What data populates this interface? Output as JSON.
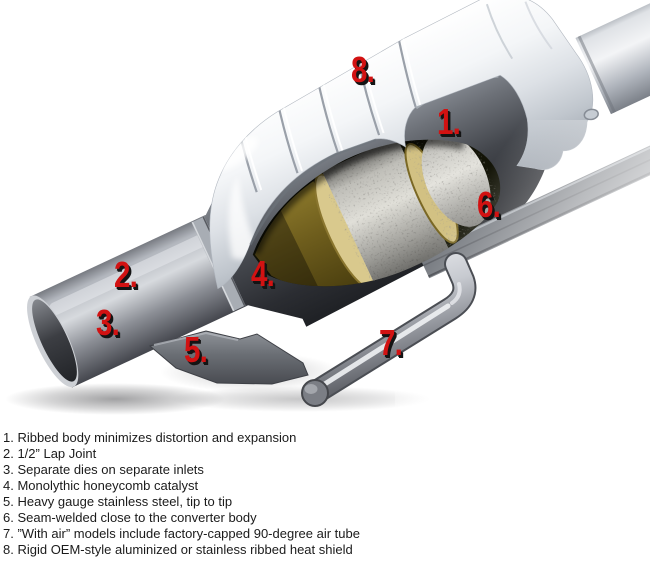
{
  "page": {
    "background": "#ffffff"
  },
  "photo": {
    "alt": "Cutaway view of a catalytic converter with numbered red callouts",
    "callout_color": "#d21212",
    "callouts": [
      "1.",
      "2.",
      "3.",
      "4.",
      "5.",
      "6.",
      "7.",
      "8."
    ]
  },
  "list": {
    "text_color": "#1b1b1b",
    "items": [
      "1. Ribbed body minimizes distortion and expansion",
      "2. 1/2” Lap Joint",
      "3. Separate dies on separate inlets",
      "4. Monolythic honeycomb catalyst",
      "5. Heavy gauge stainless steel, tip to tip",
      "6. Seam-welded close to the converter body",
      "7. ”With air” models include factory-capped 90-degree air tube",
      "8. Rigid OEM-style aluminized or stainless ribbed heat shield"
    ]
  }
}
